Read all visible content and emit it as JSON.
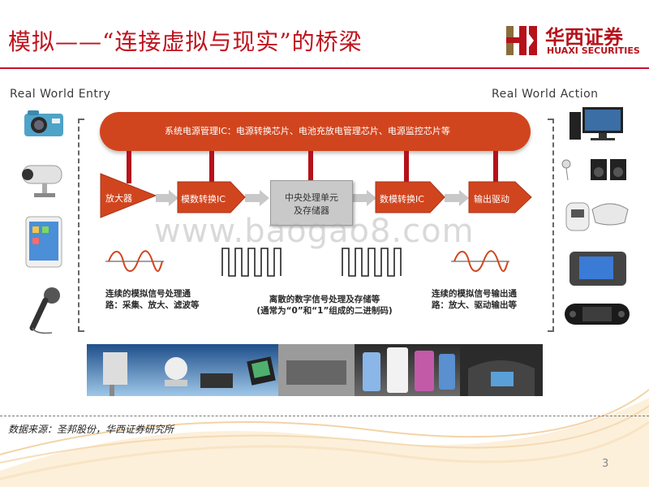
{
  "title": "模拟——“连接虚拟与现实”的桥梁",
  "logo": {
    "cn": "华西证券",
    "en": "HUAXI SECURITIES"
  },
  "left_label": "Real World Entry",
  "right_label": "Real World Action",
  "power_bar": "系统电源管理IC：电源转换芯片、电池充放电管理芯片、电源监控芯片等",
  "stages": {
    "amp": "放大器",
    "adc": "模数转换IC",
    "cpu_line1": "中央处理单元",
    "cpu_line2": "及存储器",
    "dac": "数模转换IC",
    "drive": "输出驱动"
  },
  "desc": {
    "left": "连续的模拟信号处理通路：采集、放大、滤波等",
    "mid_line1": "离散的数字信号处理及存储等",
    "mid_line2": "(通常为“0”和“1”组成的二进制码)",
    "right": "连续的模拟信号输出通路：放大、驱动输出等"
  },
  "left_devices": [
    "camera-icon",
    "cctv-icon",
    "tablet-icon",
    "microphone-icon"
  ],
  "right_devices": [
    "desktop-icon",
    "speakers-icon",
    "massager-icon",
    "car-display-icon",
    "game-console-icon"
  ],
  "watermark": "www.baogao8.com",
  "source": "数据来源：圣邦股份，华西证券研究所",
  "page_number": "3",
  "colors": {
    "accent": "#c8102e",
    "bar": "#d1451e",
    "stage": "#d1451e"
  }
}
